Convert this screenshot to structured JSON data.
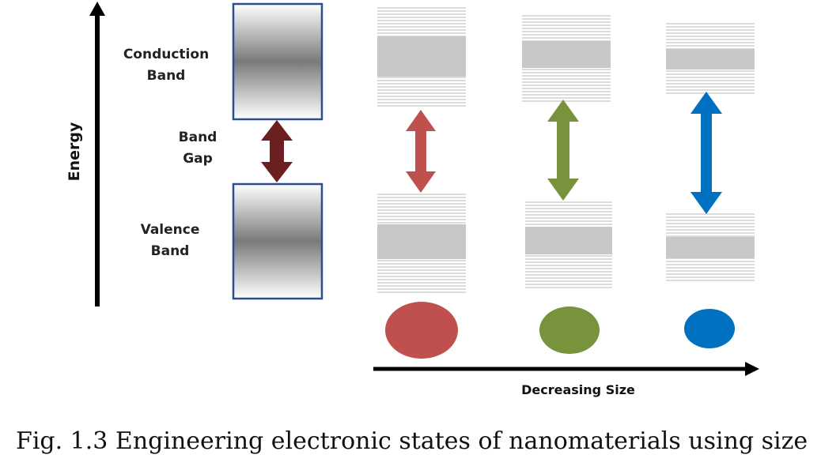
{
  "labels": {
    "energy": "Energy",
    "conduction_band": [
      "Conduction",
      "Band"
    ],
    "band_gap": [
      "Band",
      "Gap"
    ],
    "valence_band": [
      "Valence",
      "Band"
    ],
    "decreasing_size": "Decreasing Size"
  },
  "caption": "Fig. 1.3 Engineering electronic states of nanomaterials using size",
  "colors": {
    "bulk_gap_arrow": "#6b1f1f",
    "large_particle": "#c0504d",
    "medium_particle": "#77933c",
    "small_particle": "#0070c0",
    "band_border": "#2e4d8f",
    "level_gray": "#c8c8c8"
  },
  "particles": [
    {
      "name": "large",
      "color": "#c0504d"
    },
    {
      "name": "medium",
      "color": "#77933c"
    },
    {
      "name": "small",
      "color": "#0070c0"
    }
  ]
}
